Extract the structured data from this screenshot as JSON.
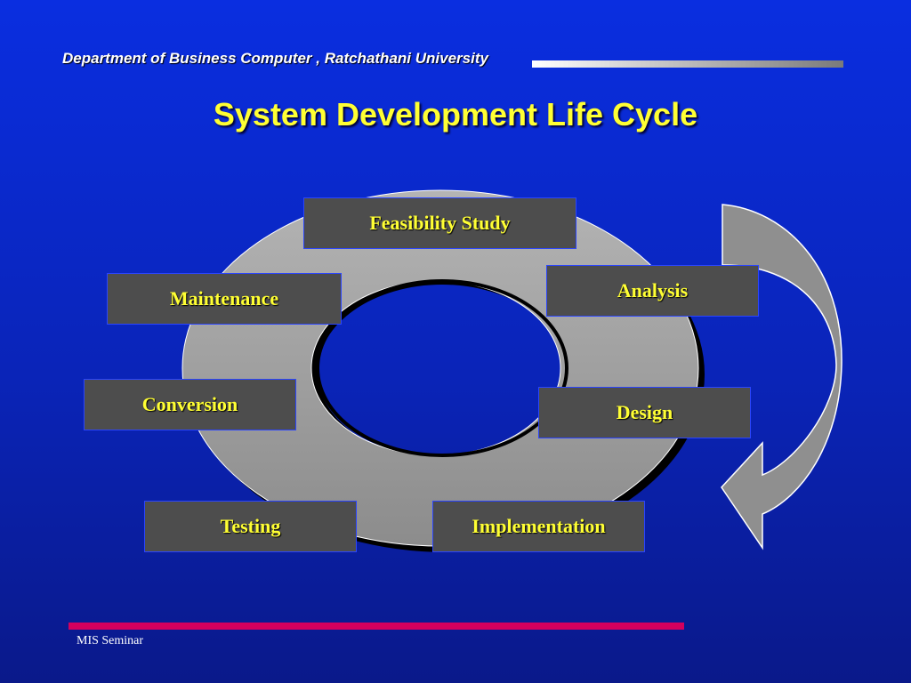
{
  "header": {
    "department": "Department of Business Computer , Ratchathani University"
  },
  "title": "System Development Life Cycle",
  "stages": [
    {
      "id": "feasibility",
      "label": "Feasibility Study"
    },
    {
      "id": "analysis",
      "label": "Analysis"
    },
    {
      "id": "design",
      "label": "Design"
    },
    {
      "id": "implementation",
      "label": "Implementation"
    },
    {
      "id": "testing",
      "label": "Testing"
    },
    {
      "id": "conversion",
      "label": "Conversion"
    },
    {
      "id": "maintenance",
      "label": "Maintenance"
    }
  ],
  "footer": {
    "label": "MIS Seminar"
  },
  "colors": {
    "background": "#0a24b8",
    "title": "#ffff33",
    "stage_fill": "#4d4d4d",
    "stage_text": "#ffff33",
    "ring": "#9e9e9e",
    "accent_bar": "#d4005e"
  }
}
